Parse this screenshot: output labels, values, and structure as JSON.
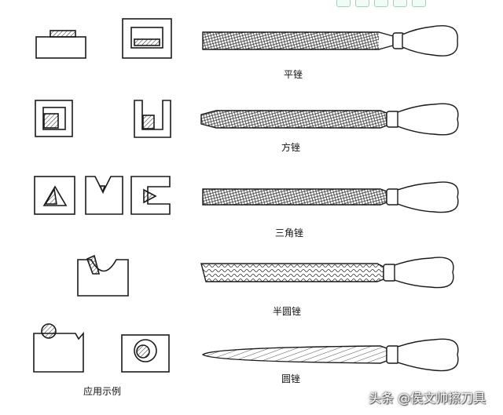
{
  "files": [
    {
      "id": "flat",
      "label": "平锉"
    },
    {
      "id": "square",
      "label": "方锉"
    },
    {
      "id": "triangle",
      "label": "三角锉"
    },
    {
      "id": "half_round",
      "label": "半圆锉"
    },
    {
      "id": "round",
      "label": "圆锉"
    }
  ],
  "examples_caption": "应用示例",
  "watermark": "头条 @侯文帅擦刀具",
  "colors": {
    "line": "#1a1a1a",
    "background": "#ffffff"
  }
}
